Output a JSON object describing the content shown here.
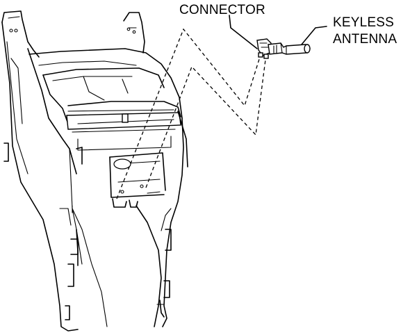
{
  "labels": {
    "connector": "CONNECTOR",
    "keyless_line1": "KEYLESS",
    "keyless_line2": "ANTENNA"
  }
}
